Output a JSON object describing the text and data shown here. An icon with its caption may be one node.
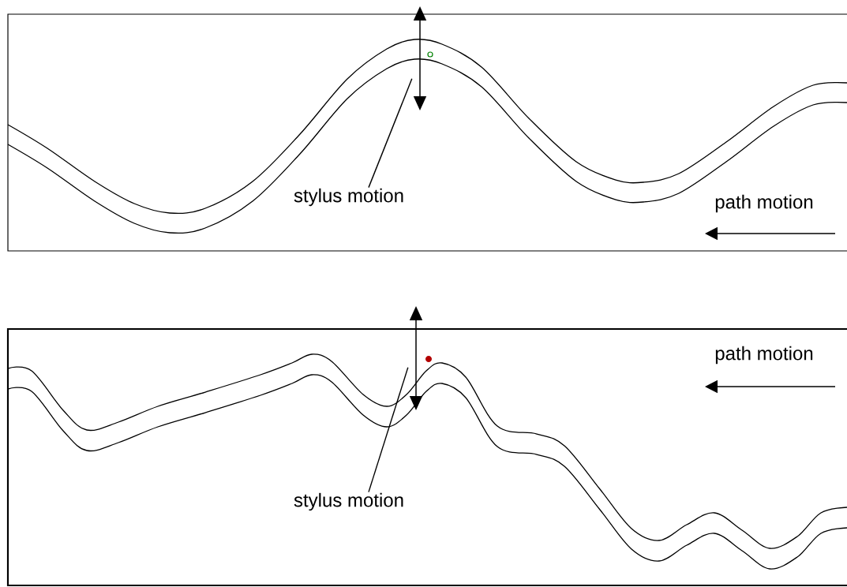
{
  "diagram": {
    "nodes": [
      {
        "text": [
          "path motion"
        ]
      },
      {
        "text": [
          "stylus motion"
        ],
        "in": 0
      },
      {
        "text": [],
        "shape": "arrow",
        "in": 0
      },
      {
        "text": [
          "path motion"
        ]
      },
      {
        "text": [
          "stylus motion"
        ],
        "in": 3
      },
      {
        "text": [],
        "shape": "arrow",
        "in": 3
      }
    ],
    "edges": [
      {
        "from": 1,
        "to": 2,
        "arrow": "none"
      },
      {
        "from": 4,
        "to": 5,
        "arrow": "none"
      }
    ]
  }
}
